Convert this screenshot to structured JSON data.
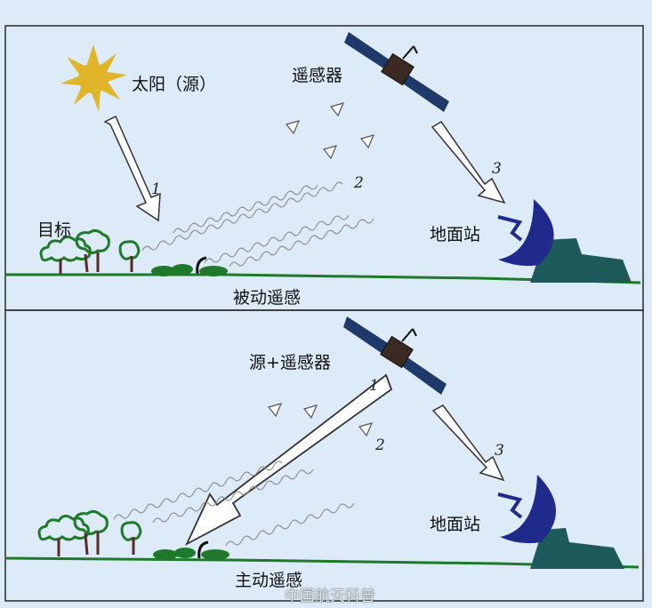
{
  "top": {
    "sun_label": "太阳（源）",
    "sensor_label": "遥感器",
    "target_label": "目标",
    "ground_station_label": "地面站",
    "caption": "被动遥感",
    "num1": "1",
    "num2": "2",
    "num3": "3"
  },
  "bottom": {
    "sensor_label": "源+遥感器",
    "ground_station_label": "地面站",
    "caption": "主动遥感",
    "num1": "1",
    "num2": "2",
    "num3": "3"
  },
  "watermark": "中国航天科普",
  "colors": {
    "background": "#dcebf7",
    "border": "#2a2a2a",
    "sun": "#e0b52a",
    "ground": "#1e7a2a",
    "dish": "#1f2a8a",
    "station": "#1f5a5a",
    "solar_panel": "#1f3a6a"
  }
}
